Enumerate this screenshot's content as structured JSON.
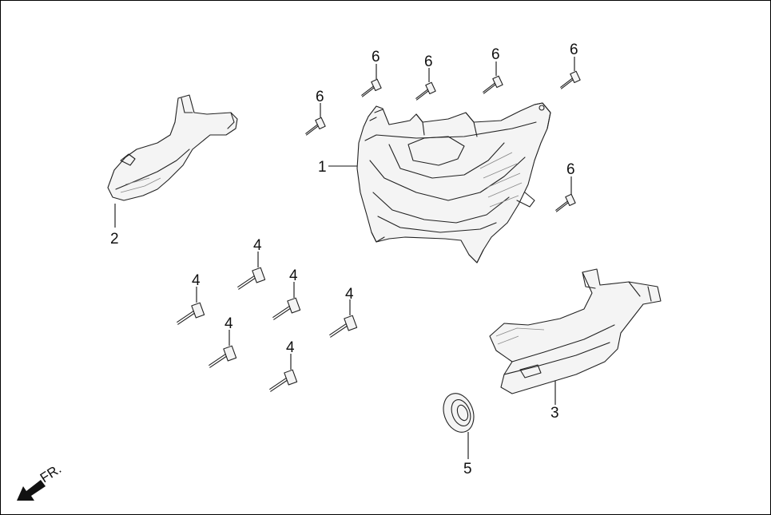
{
  "callouts": [
    {
      "id": "c1",
      "text": "1"
    },
    {
      "id": "c2",
      "text": "2"
    },
    {
      "id": "c3",
      "text": "3"
    },
    {
      "id": "c4a",
      "text": "4"
    },
    {
      "id": "c4b",
      "text": "4"
    },
    {
      "id": "c4c",
      "text": "4"
    },
    {
      "id": "c4d",
      "text": "4"
    },
    {
      "id": "c4e",
      "text": "4"
    },
    {
      "id": "c4f",
      "text": "4"
    },
    {
      "id": "c5",
      "text": "5"
    },
    {
      "id": "c6a",
      "text": "6"
    },
    {
      "id": "c6b",
      "text": "6"
    },
    {
      "id": "c6c",
      "text": "6"
    },
    {
      "id": "c6d",
      "text": "6"
    },
    {
      "id": "c6e",
      "text": "6"
    },
    {
      "id": "c6f",
      "text": "6"
    }
  ],
  "direction": {
    "label": "FR."
  },
  "colors": {
    "line": "#222222",
    "background": "#ffffff"
  }
}
